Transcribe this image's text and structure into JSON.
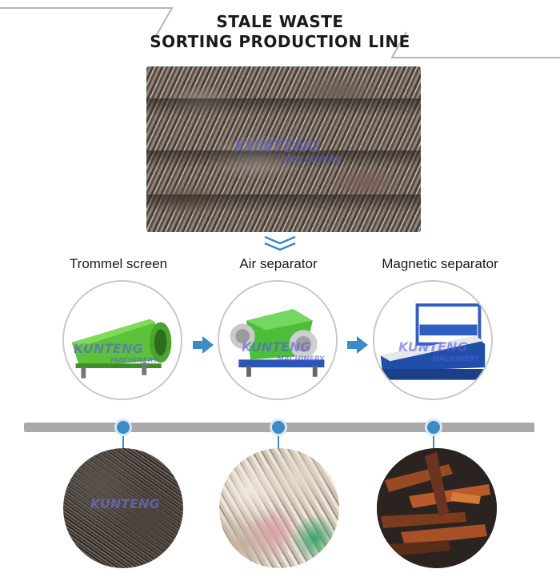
{
  "header": {
    "title_line1": "STALE WASTE",
    "title_line2": "SORTING PRODUCTION LINE"
  },
  "watermark": {
    "brand": "KUNTENG",
    "sub": "MACHINERY"
  },
  "stages": [
    {
      "label": "Trommel screen",
      "machine_color": "#5cc23a"
    },
    {
      "label": "Air separator",
      "machine_color": "#4bbf3a"
    },
    {
      "label": "Magnetic separator",
      "machine_color": "#2f5fc0"
    }
  ],
  "colors": {
    "accent": "#3b8bc5",
    "timeline": "#a9a9a9",
    "circle_border": "#c7c7c7"
  },
  "icons": {
    "flow_down": "double-chevron-down-icon",
    "flow_right": "arrow-right-icon"
  }
}
